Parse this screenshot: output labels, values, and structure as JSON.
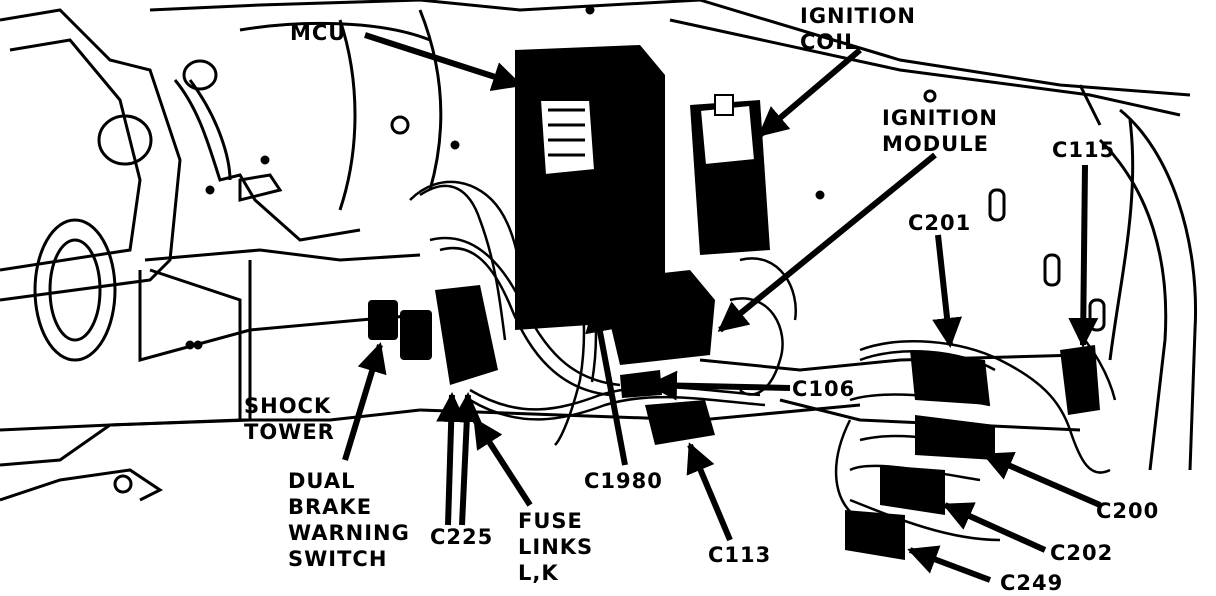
{
  "labels": {
    "mcu": "MCU",
    "ignition_coil": [
      "IGNITION",
      "COIL"
    ],
    "ignition_module": [
      "IGNITION",
      "MODULE"
    ],
    "c115": "C115",
    "c201": "C201",
    "c106": "C106",
    "shock_tower": [
      "SHOCK",
      "TOWER"
    ],
    "dual_brake_warning_switch": [
      "DUAL",
      "BRAKE",
      "WARNING",
      "SWITCH"
    ],
    "c225": "C225",
    "fuse_links": [
      "FUSE",
      "LINKS",
      "L,K"
    ],
    "c1980": "C1980",
    "c113": "C113",
    "c200": "C200",
    "c202": "C202",
    "c249": "C249"
  },
  "colors": {
    "ink": "#000000",
    "paper": "#ffffff"
  }
}
